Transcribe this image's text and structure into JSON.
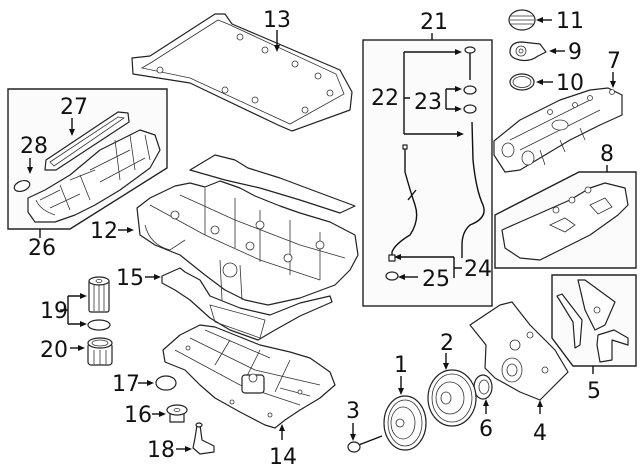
{
  "diagram": {
    "title": "Engine parts exploded view",
    "callouts": [
      {
        "id": "c1",
        "label": "1",
        "part": "crankshaft-pulley"
      },
      {
        "id": "c2",
        "label": "2",
        "part": "vibration-damper"
      },
      {
        "id": "c3",
        "label": "3",
        "part": "pulley-bolt"
      },
      {
        "id": "c4",
        "label": "4",
        "part": "timing-cover"
      },
      {
        "id": "c5",
        "label": "5",
        "part": "timing-cover-gasket-set"
      },
      {
        "id": "c6",
        "label": "6",
        "part": "front-crank-seal"
      },
      {
        "id": "c7",
        "label": "7",
        "part": "valve-cover"
      },
      {
        "id": "c8",
        "label": "8",
        "part": "valve-cover-gasket"
      },
      {
        "id": "c9",
        "label": "9",
        "part": "oil-filler-neck"
      },
      {
        "id": "c10",
        "label": "10",
        "part": "filler-neck-seal"
      },
      {
        "id": "c11",
        "label": "11",
        "part": "oil-filler-cap"
      },
      {
        "id": "c12",
        "label": "12",
        "part": "upper-oil-pan"
      },
      {
        "id": "c13",
        "label": "13",
        "part": "upper-oil-pan-gasket"
      },
      {
        "id": "c14",
        "label": "14",
        "part": "lower-oil-pan"
      },
      {
        "id": "c15",
        "label": "15",
        "part": "lower-oil-pan-gasket"
      },
      {
        "id": "c16",
        "label": "16",
        "part": "drain-plug"
      },
      {
        "id": "c17",
        "label": "17",
        "part": "drain-plug-gasket"
      },
      {
        "id": "c18",
        "label": "18",
        "part": "oil-level-sensor"
      },
      {
        "id": "c19",
        "label": "19",
        "part": "oil-filter"
      },
      {
        "id": "c20",
        "label": "20",
        "part": "oil-filter-housing-cap"
      },
      {
        "id": "c21",
        "label": "21",
        "part": "dipstick-kit"
      },
      {
        "id": "c22",
        "label": "22",
        "part": "dipstick"
      },
      {
        "id": "c23",
        "label": "23",
        "part": "dipstick-o-rings"
      },
      {
        "id": "c24",
        "label": "24",
        "part": "dipstick-tube"
      },
      {
        "id": "c25",
        "label": "25",
        "part": "tube-o-ring"
      },
      {
        "id": "c26",
        "label": "26",
        "part": "intake-manifold-kit"
      },
      {
        "id": "c27",
        "label": "27",
        "part": "intake-manifold-gasket"
      },
      {
        "id": "c28",
        "label": "28",
        "part": "throttle-body-seal"
      }
    ]
  },
  "colors": {
    "line": "#111111",
    "background": "#ffffff",
    "box_fill": "#fbfbfb"
  }
}
